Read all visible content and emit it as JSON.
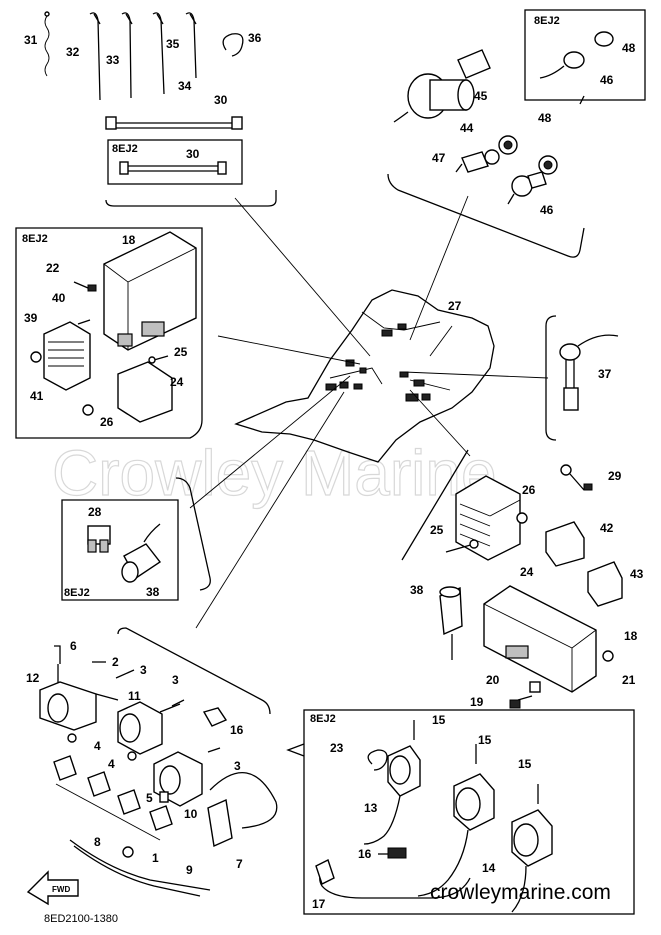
{
  "watermark": "Crowley Marine",
  "footer": {
    "website": "crowleymarine.com",
    "diagram_code": "8ED2100-1380",
    "direction_tag": "FWD"
  },
  "model_tag": "8EJ2",
  "callouts": [
    "1",
    "2",
    "3",
    "4",
    "5",
    "6",
    "7",
    "8",
    "9",
    "10",
    "11",
    "12",
    "13",
    "14",
    "15",
    "16",
    "17",
    "18",
    "19",
    "20",
    "21",
    "22",
    "23",
    "24",
    "25",
    "26",
    "27",
    "28",
    "29",
    "30",
    "31",
    "32",
    "33",
    "34",
    "35",
    "36",
    "37",
    "38",
    "39",
    "40",
    "41",
    "42",
    "43",
    "44",
    "45",
    "46",
    "47",
    "48"
  ]
}
